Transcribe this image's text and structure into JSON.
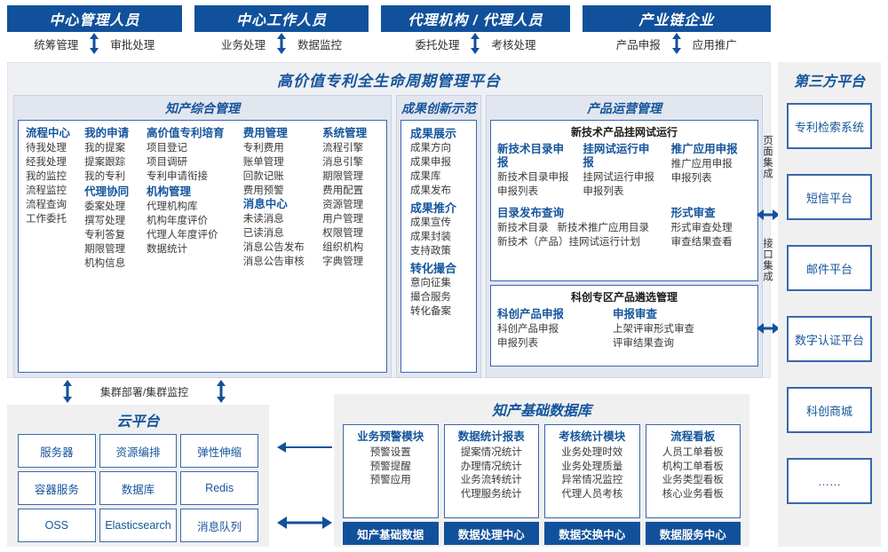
{
  "actors": [
    {
      "title": "中心管理人员",
      "left": "统筹管理",
      "right": "审批处理"
    },
    {
      "title": "中心工作人员",
      "left": "业务处理",
      "right": "数据监控"
    },
    {
      "title": "代理机构 / 代理人员",
      "left": "委托处理",
      "right": "考核处理"
    },
    {
      "title": "产业链企业",
      "left": "产品申报",
      "right": "应用推广"
    }
  ],
  "platform": {
    "title": "高价值专利全生命周期管理平台",
    "groups": {
      "ip": {
        "title": "知产综合管理",
        "columns": [
          {
            "sections": [
              {
                "head": "流程中心",
                "items": [
                  "待我处理",
                  "经我处理",
                  "我的监控",
                  "流程监控",
                  "流程查询",
                  "工作委托"
                ]
              }
            ]
          },
          {
            "sections": [
              {
                "head": "我的申请",
                "items": [
                  "我的提案",
                  "提案跟踪",
                  "我的专利"
                ]
              },
              {
                "head": "代理协同",
                "items": [
                  "委案处理",
                  "撰写处理",
                  "专利答复",
                  "期限管理",
                  "机构信息"
                ]
              }
            ]
          },
          {
            "sections": [
              {
                "head": "高价值专利培育",
                "items": [
                  "项目登记",
                  "项目调研",
                  "专利申请衔接"
                ]
              },
              {
                "head": "机构管理",
                "items": [
                  "代理机构库",
                  "机构年度评价",
                  "代理人年度评价",
                  "数据统计"
                ]
              }
            ]
          },
          {
            "sections": [
              {
                "head": "费用管理",
                "items": [
                  "专利费用",
                  "账单管理",
                  "回款记账",
                  "费用预警"
                ]
              },
              {
                "head": "消息中心",
                "items": [
                  "未读消息",
                  "已读消息",
                  "消息公告发布",
                  "消息公告审核"
                ]
              }
            ]
          },
          {
            "sections": [
              {
                "head": "系统管理",
                "items": [
                  "流程引擎",
                  "消息引擎",
                  "期限管理",
                  "费用配置",
                  "资源管理",
                  "用户管理",
                  "权限管理",
                  "组织机构",
                  "字典管理"
                ]
              }
            ]
          }
        ]
      },
      "achievement": {
        "title": "成果创新示范",
        "sections": [
          {
            "head": "成果展示",
            "items": [
              "成果方向",
              "成果申报",
              "成果库",
              "成果发布"
            ]
          },
          {
            "head": "成果推介",
            "items": [
              "成果宣传",
              "成果封装",
              "支持政策"
            ]
          },
          {
            "head": "转化撮合",
            "items": [
              "意向征集",
              "撮合服务",
              "转化备案"
            ]
          }
        ]
      },
      "product": {
        "title": "产品运营管理",
        "cards": [
          {
            "title": "新技术产品挂网试运行",
            "row1": [
              {
                "head": "新技术目录申报",
                "items": [
                  "新技术目录申报",
                  "申报列表"
                ]
              },
              {
                "head": "挂网试运行申报",
                "items": [
                  "挂网试运行申报",
                  "申报列表"
                ]
              },
              {
                "head": "推广应用申报",
                "items": [
                  "推广应用申报",
                  "申报列表"
                ]
              }
            ],
            "row2": [
              {
                "head": "目录发布查询",
                "items": [
                  "新技术目录",
                  "新技术推广应用目录",
                  "新技术（产品）挂网试运行计划"
                ]
              },
              {
                "head": "形式审查",
                "items": [
                  "形式审查处理",
                  "审查结果查看"
                ]
              }
            ]
          },
          {
            "title": "科创专区产品遴选管理",
            "row1": [
              {
                "head": "科创产品申报",
                "items": [
                  "科创产品申报",
                  "申报列表"
                ]
              },
              {
                "head": "申报审查",
                "items": [
                  "上架评审形式审查",
                  "评审结果查询"
                ]
              }
            ]
          }
        ]
      }
    }
  },
  "third_party": {
    "title": "第三方平台",
    "boxes": [
      "专利检索系统",
      "短信平台",
      "邮件平台",
      "数字认证平台",
      "科创商城",
      "……"
    ],
    "integration_labels": [
      "页面集成",
      "接口集成"
    ]
  },
  "cloud": {
    "cluster_label": "集群部署/集群监控",
    "title": "云平台",
    "cells": [
      "服务器",
      "资源编排",
      "弹性伸缩",
      "容器服务",
      "数据库",
      "Redis",
      "OSS",
      "Elasticsearch",
      "消息队列"
    ]
  },
  "database": {
    "title": "知产基础数据库",
    "modules": [
      {
        "head": "业务预警模块",
        "items": [
          "预警设置",
          "预警提醒",
          "预警应用"
        ]
      },
      {
        "head": "数据统计报表",
        "items": [
          "提案情况统计",
          "办理情况统计",
          "业务流转统计",
          "代理服务统计"
        ]
      },
      {
        "head": "考核统计模块",
        "items": [
          "业务处理时效",
          "业务处理质量",
          "异常情况监控",
          "代理人员考核"
        ]
      },
      {
        "head": "流程看板",
        "items": [
          "人员工单看板",
          "机构工单看板",
          "业务类型看板",
          "核心业务看板"
        ]
      }
    ],
    "footers": [
      "知产基础数据",
      "数据处理中心",
      "数据交换中心",
      "数据服务中心"
    ]
  },
  "colors": {
    "brand": "#11519b",
    "accent": "#15559c",
    "card_border": "#3a67ad"
  }
}
